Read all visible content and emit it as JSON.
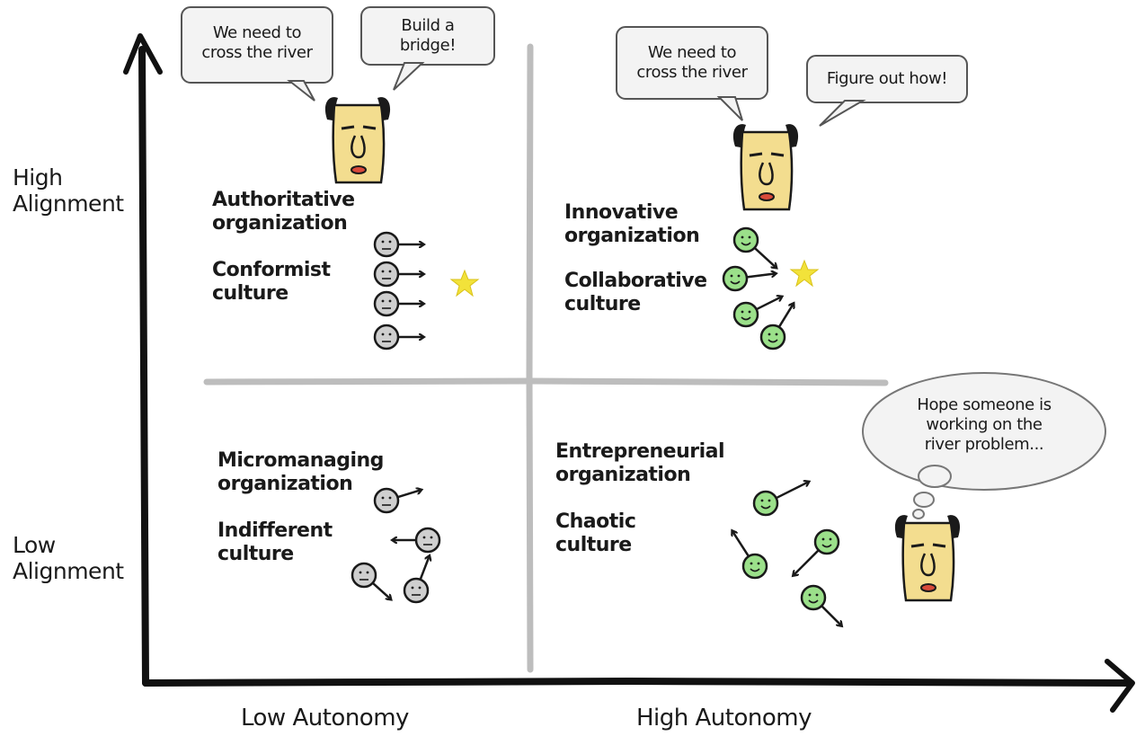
{
  "axes": {
    "y_high": "High\nAlignment",
    "y_low": "Low\nAlignment",
    "x_low": "Low Autonomy",
    "x_high": "High Autonomy"
  },
  "quadrants": {
    "top_left": {
      "organization": "Authoritative\norganization",
      "culture": "Conformist\nculture",
      "bubbles": [
        "We need to\ncross the river",
        "Build a\nbridge!"
      ]
    },
    "top_right": {
      "organization": "Innovative\norganization",
      "culture": "Collaborative\nculture",
      "bubbles": [
        "We need to\ncross the river",
        "Figure out how!"
      ]
    },
    "bottom_left": {
      "organization": "Micromanaging\norganization",
      "culture": "Indifferent\nculture"
    },
    "bottom_right": {
      "organization": "Entrepreneurial\norganization",
      "culture": "Chaotic\nculture",
      "thought": "Hope someone is\nworking on the\nriver problem..."
    }
  },
  "colors": {
    "ink": "#1a1a1a",
    "divider": "#bdbdbd",
    "boss_face": "#f3dd8f",
    "grey_person": "#cfcfcf",
    "green_person": "#9be08a",
    "star": "#f2e23a",
    "bubble_fill": "#f3f3f3"
  }
}
